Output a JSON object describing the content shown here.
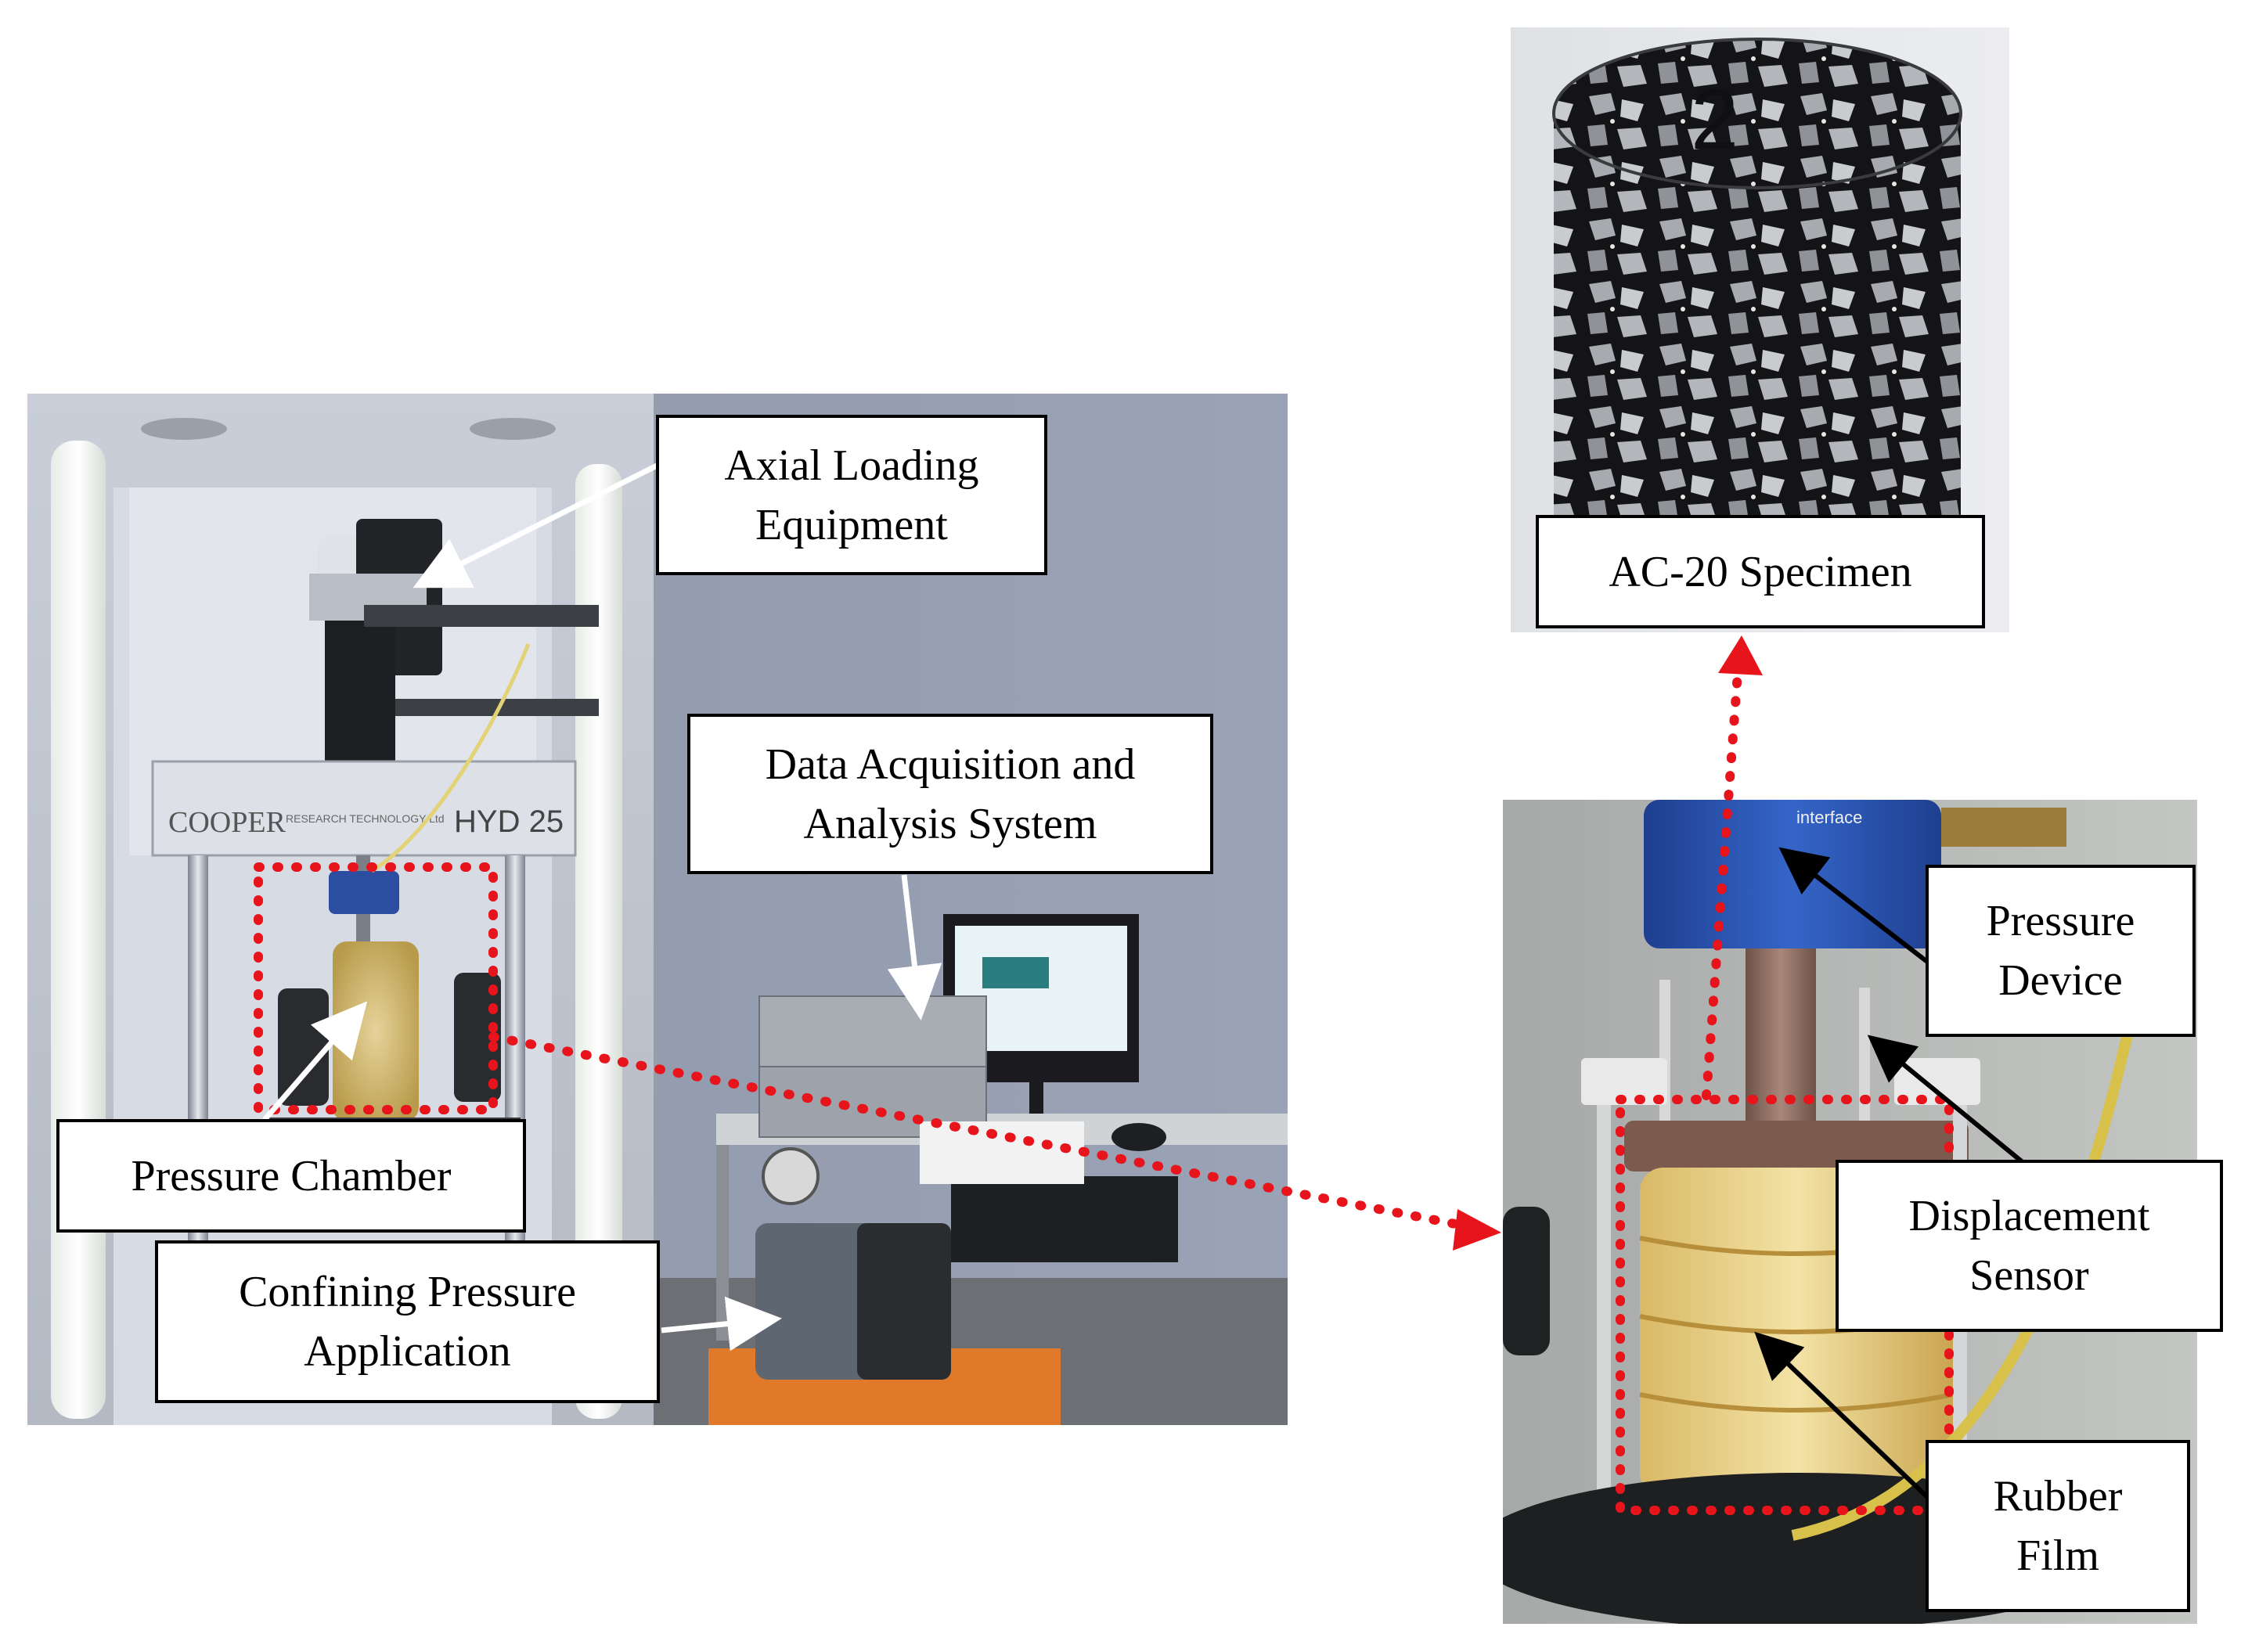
{
  "labels": {
    "axial_loading": "Axial Loading\nEquipment",
    "data_acquisition": "Data Acquisition and\nAnalysis System",
    "pressure_chamber": "Pressure Chamber",
    "confining_pressure": "Confining Pressure\nApplication",
    "ac20_specimen": "AC-20 Specimen",
    "pressure_device": "Pressure\nDevice",
    "displacement_sensor": "Displacement\nSensor",
    "rubber_film": "Rubber\nFilm"
  },
  "equipment_text": {
    "brand": "COOPER",
    "brand_sub": "RESEARCH TECHNOLOGY Ltd",
    "model": "HYD 25",
    "specimen_number": "2",
    "load_cell_brand": "interface"
  },
  "colors": {
    "callout_dots": "#e8141b",
    "arrow_white": "#ffffff",
    "arrow_black": "#000000"
  }
}
